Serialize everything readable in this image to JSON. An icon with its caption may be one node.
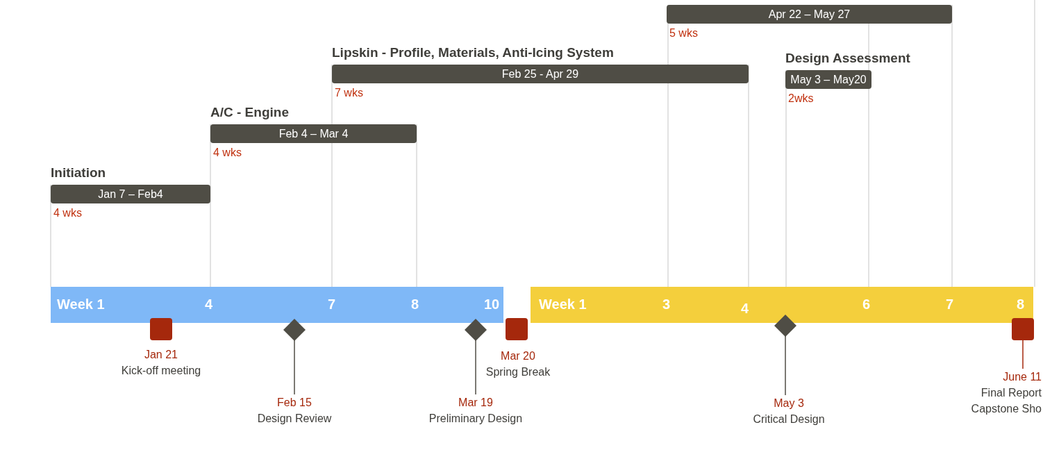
{
  "diagram": {
    "nodes": [
      {
        "text": [
          "Apr 22 – May 27"
        ],
        "beside": [
          "5 wks"
        ]
      },
      {
        "text": [
          "Lipskin - Profile, Materials, Anti-Icing System",
          "Feb 25  - Apr 29"
        ],
        "beside": [
          "7 wks"
        ]
      },
      {
        "text": [
          "Design Assessment",
          "May 3 – May20"
        ],
        "beside": [
          "2wks"
        ]
      },
      {
        "text": [
          "A/C - Engine",
          "Feb 4 – Mar 4"
        ],
        "beside": [
          "4 wks"
        ]
      },
      {
        "text": [
          "Initiation",
          "Jan 7 – Feb4"
        ],
        "beside": [
          "4 wks"
        ]
      },
      {
        "text": [
          "Week 1",
          "4",
          "7",
          "8",
          "10"
        ]
      },
      {
        "text": [
          "Week 1",
          "3",
          "4",
          "6",
          "7",
          "8"
        ]
      },
      {
        "text": [],
        "shape": "box"
      },
      {
        "text": [
          "Jan 21",
          "Kick-off meeting"
        ]
      },
      {
        "text": [],
        "shape": "diamond"
      },
      {
        "text": [
          "Feb 15",
          "Design Review"
        ]
      },
      {
        "text": [],
        "shape": "diamond"
      },
      {
        "text": [
          "Mar 19",
          "Preliminary Design"
        ]
      },
      {
        "text": [],
        "shape": "box"
      },
      {
        "text": [
          "Mar 20",
          "Spring Break"
        ]
      },
      {
        "text": [],
        "shape": "diamond"
      },
      {
        "text": [
          "May 3",
          "Critical Design"
        ]
      },
      {
        "text": [],
        "shape": "box"
      },
      {
        "text": [
          "June 11",
          "Final Report",
          "Capstone Sho"
        ]
      }
    ],
    "edges": [
      {
        "from": 10,
        "to": 9,
        "arrow": "none"
      },
      {
        "from": 12,
        "to": 11,
        "arrow": "none"
      },
      {
        "from": 16,
        "to": 15,
        "arrow": "none"
      },
      {
        "from": 18,
        "to": 17,
        "arrow": "none",
        "color": "#a5280c"
      }
    ]
  }
}
